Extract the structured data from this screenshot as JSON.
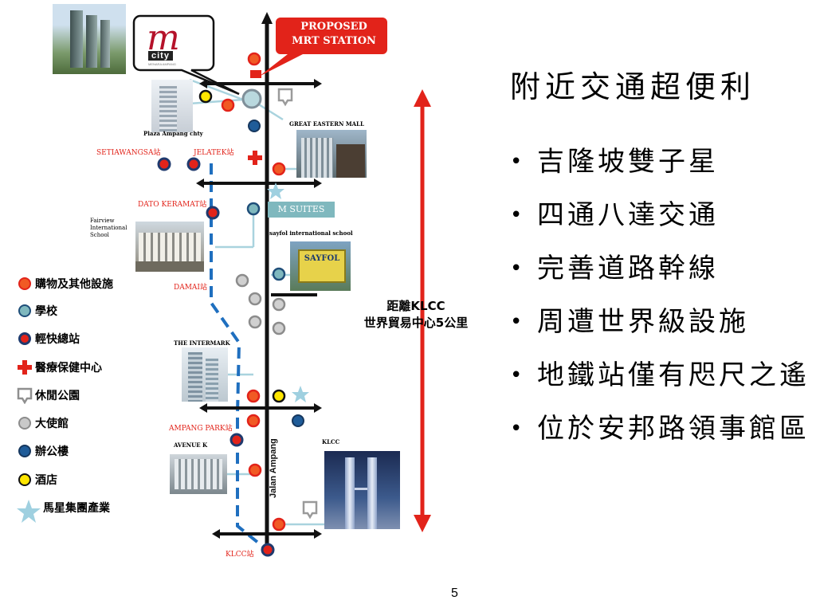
{
  "slide": {
    "title": "附近交通超便利",
    "bullets": [
      "吉隆坡雙子星",
      "四通八達交通",
      "完善道路幹線",
      "周遭世界級設施",
      "地鐵站僅有咫尺之遙",
      "位於安邦路領事館區"
    ],
    "page_number": "5"
  },
  "map": {
    "proposed_station": "PROPOSED\nMRT STATION",
    "logo_text": "city",
    "logo_sub": "MENARA AMPANG",
    "road_label": "Jalan  Ampang",
    "distance_line1": "距離KLCC",
    "distance_line2": "世界貿易中心5公里",
    "m_suites": "M SUITES",
    "captions": {
      "plaza": "Plaza Ampang chty",
      "great_eastern": "GREAT EASTERN MALL",
      "fairview": "Fairview\nInternational\nSchool",
      "sayfol": "sayfol international school",
      "intermark": "THE INTERMARK",
      "avenue_k": "AVENUE K",
      "klcc": "KLCC",
      "sayfol_sign": "SAYFOL"
    },
    "stations": {
      "setiawangsa": "SETIAWANGSA站",
      "jelatek": "JELATEK站",
      "dato_keramat": "DATO KERAMAT站",
      "damai": "DAMAI站",
      "ampang_park": "AMPANG PARK站",
      "klcc": "KLCC站"
    }
  },
  "legend": [
    {
      "icon": "orange-dot-icon",
      "label": "購物及其他設施"
    },
    {
      "icon": "teal-dot-icon",
      "label": "學校"
    },
    {
      "icon": "lrt-dot-icon",
      "label": "輕快總站"
    },
    {
      "icon": "medical-cross-icon",
      "label": "醫療保健中心"
    },
    {
      "icon": "park-marker-icon",
      "label": "休閒公園"
    },
    {
      "icon": "grey-dot-icon",
      "label": "大使館"
    },
    {
      "icon": "blue-dot-icon",
      "label": "辦公樓"
    },
    {
      "icon": "yellow-dot-icon",
      "label": "酒店"
    },
    {
      "icon": "star-icon",
      "label": "馬星集團產業"
    }
  ],
  "colors": {
    "red": "#e2231a",
    "orange": "#f15a24",
    "teal": "#7fb8be",
    "navy": "#1f4e79",
    "lrt_line": "#1f6fbf",
    "yellow": "#ffe600",
    "grey": "#b3b3b3",
    "star": "#9fd0e0",
    "callout_fill": "#e2231a"
  }
}
